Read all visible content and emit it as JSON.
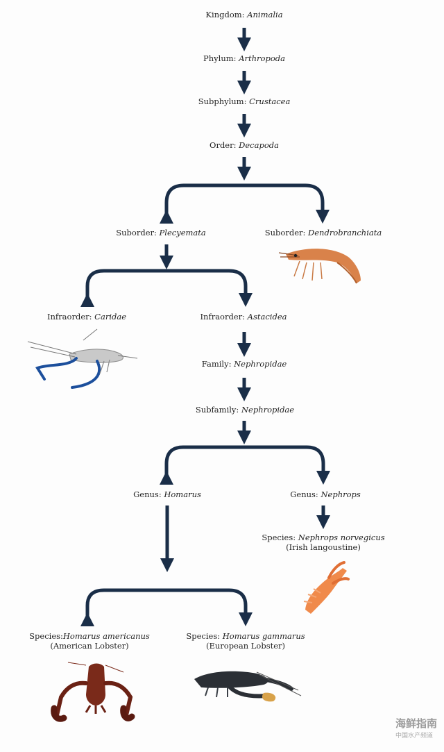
{
  "nodes": [
    {
      "id": "kingdom",
      "rank": "Kingdom:",
      "name": "Animalia",
      "note": ""
    },
    {
      "id": "phylum",
      "rank": "Phylum:",
      "name": "Arthropoda",
      "note": ""
    },
    {
      "id": "subphylum",
      "rank": "Subphylum:",
      "name": "Crustacea",
      "note": ""
    },
    {
      "id": "order",
      "rank": "Order:",
      "name": "Decapoda",
      "note": ""
    },
    {
      "id": "suborder-plecyemata",
      "rank": "Suborder:",
      "name": "Plecyemata",
      "note": ""
    },
    {
      "id": "suborder-dendrobranchiata",
      "rank": "Suborder:",
      "name": "Dendrobranchiata",
      "note": ""
    },
    {
      "id": "infraorder-caridae",
      "rank": "Infraorder:",
      "name": "Caridae",
      "note": ""
    },
    {
      "id": "infraorder-astacidea",
      "rank": "Infraorder:",
      "name": "Astacidea",
      "note": ""
    },
    {
      "id": "family",
      "rank": "Family:",
      "name": "Nephropidae",
      "note": ""
    },
    {
      "id": "subfamily",
      "rank": "Subfamily:",
      "name": "Nephropidae",
      "note": ""
    },
    {
      "id": "genus-homarus",
      "rank": "Genus:",
      "name": "Homarus",
      "note": ""
    },
    {
      "id": "genus-nephrops",
      "rank": "Genus:",
      "name": "Nephrops",
      "note": ""
    },
    {
      "id": "species-nephrops",
      "rank": "Species:",
      "name": "Nephrops norvegicus",
      "note": "(Irish langoustine)"
    },
    {
      "id": "species-americanus",
      "rank": "Species:",
      "name": "Homarus americanus",
      "note": "(American Lobster)"
    },
    {
      "id": "species-gammarus",
      "rank": "Species:",
      "name": "Homarus gammarus",
      "note": "(European Lobster)"
    }
  ],
  "colors": {
    "arrow": "#1a2e48",
    "shrimp": "#d9824a",
    "prawn": "#c9c9c9",
    "langoustine": "#f08a4b",
    "lobster_red": "#7a2a1a",
    "lobster_dark": "#2b2f35"
  },
  "watermark": {
    "line1": "海鲜指南",
    "line2": "中国水产频道"
  }
}
